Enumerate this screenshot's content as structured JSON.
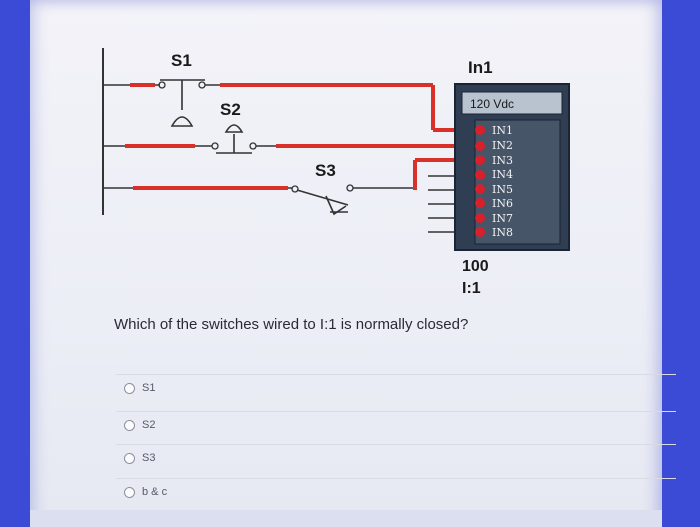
{
  "diagram": {
    "switch_labels": [
      "S1",
      "S2",
      "S3"
    ],
    "module_title": "In1",
    "module_supply": "120 Vdc",
    "inputs": [
      "IN1",
      "IN2",
      "IN3",
      "IN4",
      "IN5",
      "IN6",
      "IN7",
      "IN8"
    ],
    "slot_number": "100",
    "slot_address": "I:1",
    "colors": {
      "wire": "#d9302a",
      "module": "#2f3e53",
      "terminal": "#d8202a"
    }
  },
  "question": "Which of the switches wired to I:1 is normally closed?",
  "options": [
    "S1",
    "S2",
    "S3",
    "b & c"
  ]
}
